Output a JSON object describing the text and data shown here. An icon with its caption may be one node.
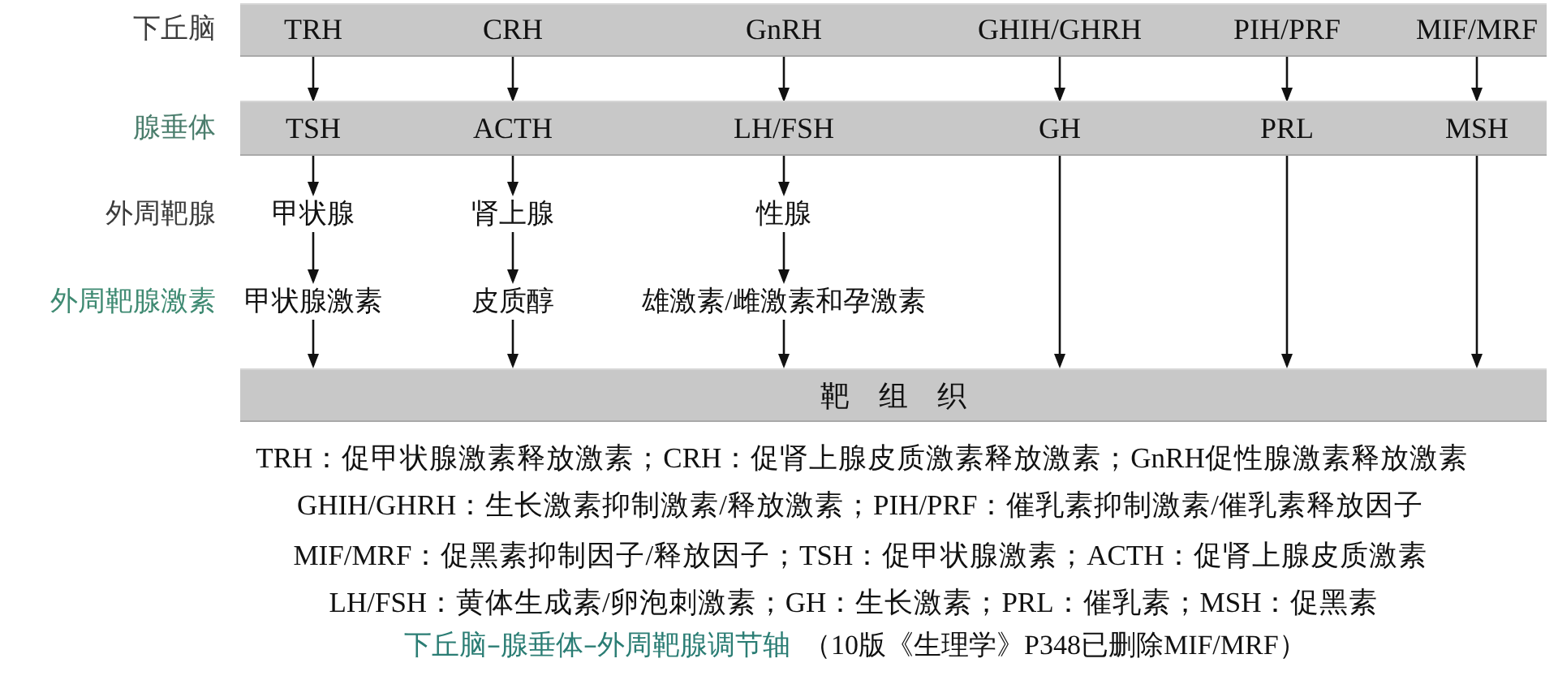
{
  "diagram": {
    "caption": "下丘脑–腺垂体–外周靶腺调节轴",
    "nodes": [
      {
        "text": [],
        "shape": "bar"
      },
      {
        "text": [
          "TRH"
        ],
        "in": 0
      },
      {
        "text": [
          "CRH"
        ],
        "in": 0
      },
      {
        "text": [
          "GnRH"
        ],
        "in": 0
      },
      {
        "text": [
          "GHIH/GHRH"
        ],
        "in": 0
      },
      {
        "text": [
          "PIH/PRF"
        ],
        "in": 0
      },
      {
        "text": [
          "MIF/MRF"
        ],
        "in": 0
      },
      {
        "text": [],
        "shape": "bar"
      },
      {
        "text": [
          "TSH"
        ],
        "in": 7
      },
      {
        "text": [
          "ACTH"
        ],
        "in": 7
      },
      {
        "text": [
          "LH/FSH"
        ],
        "in": 7
      },
      {
        "text": [
          "GH"
        ],
        "in": 7
      },
      {
        "text": [
          "PRL"
        ],
        "in": 7
      },
      {
        "text": [
          "MSH"
        ],
        "in": 7
      },
      {
        "text": [
          "甲状腺"
        ]
      },
      {
        "text": [
          "肾上腺"
        ]
      },
      {
        "text": [
          "性腺"
        ]
      },
      {
        "text": [
          "甲状腺激素"
        ]
      },
      {
        "text": [
          "皮质醇"
        ]
      },
      {
        "text": [
          "雄激素/雌激素和孕激素"
        ]
      },
      {
        "text": [
          "靶组织"
        ]
      }
    ],
    "edges": [
      {
        "from": 1,
        "to": 8,
        "arrow": "to"
      },
      {
        "from": 2,
        "to": 9,
        "arrow": "to"
      },
      {
        "from": 3,
        "to": 10,
        "arrow": "to"
      },
      {
        "from": 4,
        "to": 11,
        "arrow": "to"
      },
      {
        "from": 5,
        "to": 12,
        "arrow": "to"
      },
      {
        "from": 6,
        "to": 13,
        "arrow": "to"
      },
      {
        "from": 8,
        "to": 14,
        "arrow": "to"
      },
      {
        "from": 9,
        "to": 15,
        "arrow": "to"
      },
      {
        "from": 10,
        "to": 16,
        "arrow": "to"
      },
      {
        "from": 14,
        "to": 17,
        "arrow": "to"
      },
      {
        "from": 15,
        "to": 18,
        "arrow": "to"
      },
      {
        "from": 16,
        "to": 19,
        "arrow": "to"
      },
      {
        "from": 17,
        "to": 20,
        "arrow": "to"
      },
      {
        "from": 18,
        "to": 20,
        "arrow": "to"
      },
      {
        "from": 19,
        "to": 20,
        "arrow": "to"
      },
      {
        "from": 11,
        "to": 20,
        "arrow": "to"
      },
      {
        "from": 12,
        "to": 20,
        "arrow": "to"
      },
      {
        "from": 13,
        "to": 20,
        "arrow": "to"
      }
    ],
    "labels": [
      "下丘脑",
      "腺垂体",
      "外周靶腺",
      "外周靶腺激素",
      "TRH：促甲状腺激素释放激素；CRH：促肾上腺皮质激素释放激素；GnRH促性腺激素释放激素",
      "GHIH/GHRH：生长激素抑制激素/释放激素；PIH/PRF：催乳素抑制激素/催乳素释放因子",
      "MIF/MRF：促黑素抑制因子/释放因子；TSH：促甲状腺激素；ACTH：促肾上腺皮质激素",
      "LH/FSH：黄体生成素/卵泡刺激素；GH：生长激素；PRL：催乳素；MSH：促黑素",
      "（10版《生理学》P348已删除MIF/MRF）"
    ]
  }
}
